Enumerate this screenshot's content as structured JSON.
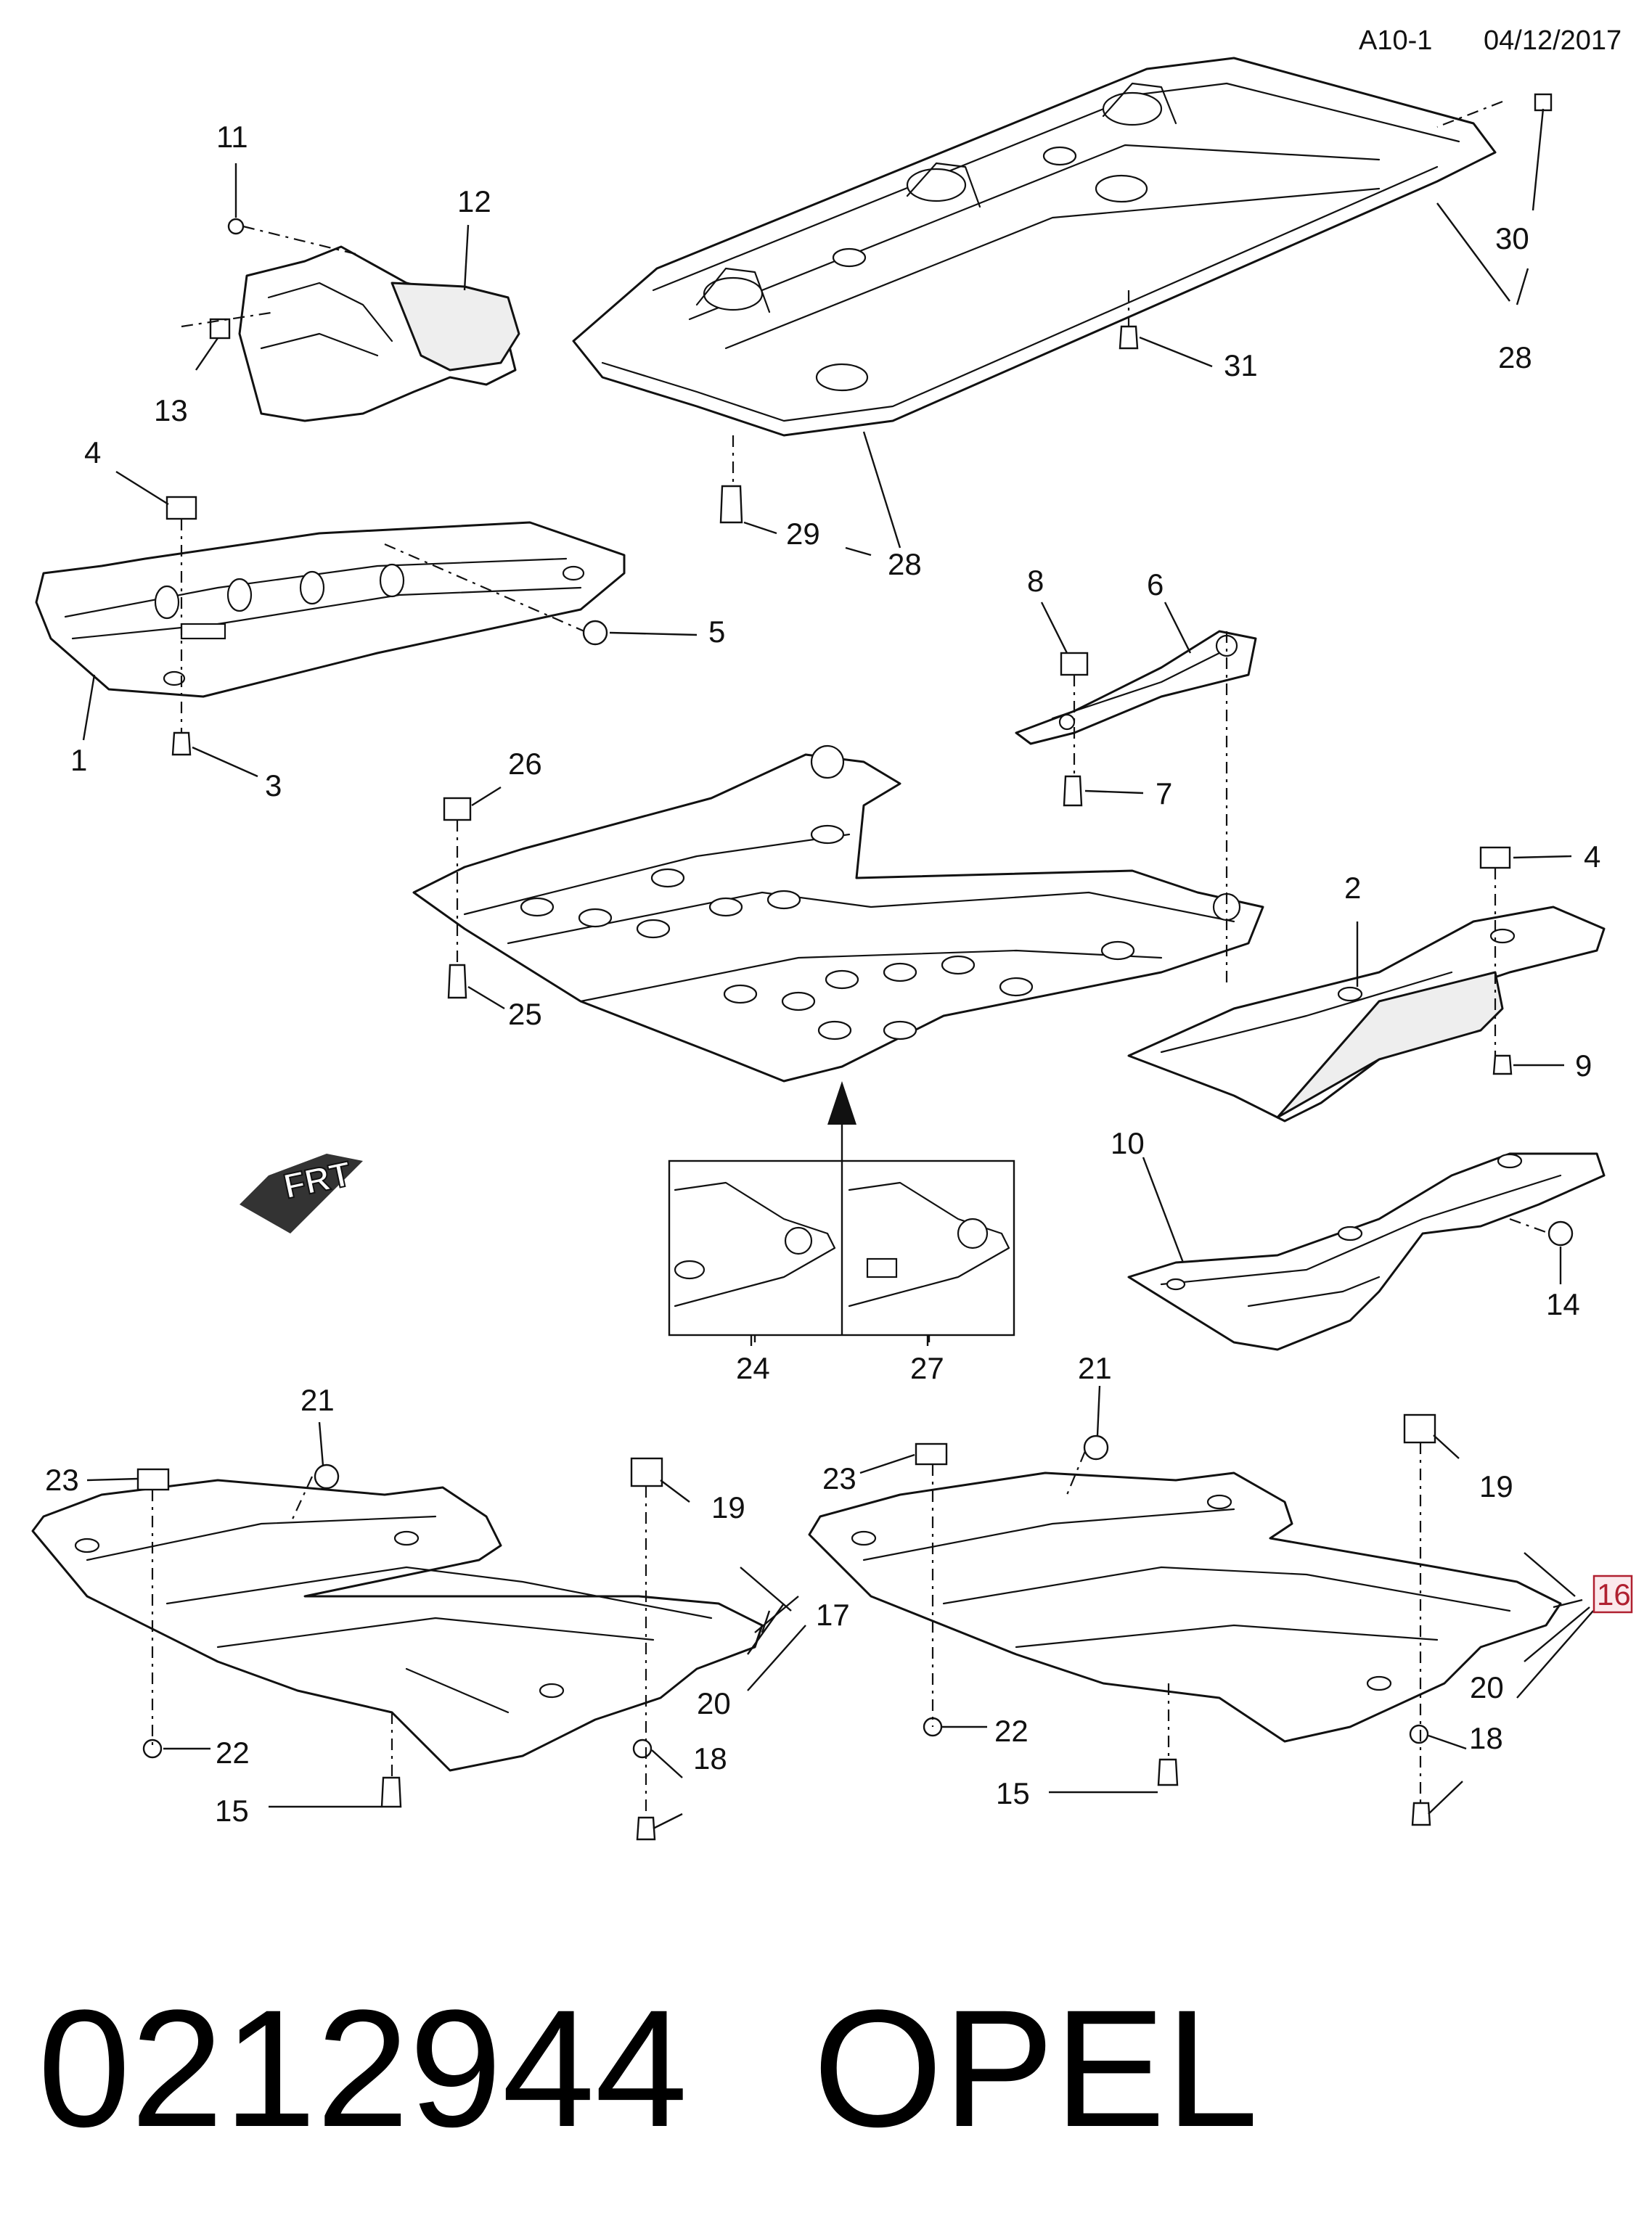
{
  "header": {
    "code": "A10-1",
    "date": "04/12/2017"
  },
  "callouts": {
    "c1": "1",
    "c2": "2",
    "c3": "3",
    "c4a": "4",
    "c4b": "4",
    "c5": "5",
    "c6": "6",
    "c7": "7",
    "c8": "8",
    "c9": "9",
    "c10": "10",
    "c11": "11",
    "c12": "12",
    "c13": "13",
    "c14": "14",
    "c15a": "15",
    "c15b": "15",
    "c16": "16",
    "c17": "17",
    "c18a": "18",
    "c18b": "18",
    "c19a": "19",
    "c19b": "19",
    "c20a": "20",
    "c20b": "20",
    "c21a": "21",
    "c21b": "21",
    "c22a": "22",
    "c22b": "22",
    "c23a": "23",
    "c23b": "23",
    "c24": "24",
    "c25": "25",
    "c26": "26",
    "c27": "27",
    "c28a": "28",
    "c28b": "28",
    "c29": "29",
    "c30": "30",
    "c31": "31"
  },
  "direction_badge": "FRT",
  "highlight_color": "#b02030",
  "footer": {
    "part_number": "0212944",
    "brand": "OPEL"
  }
}
